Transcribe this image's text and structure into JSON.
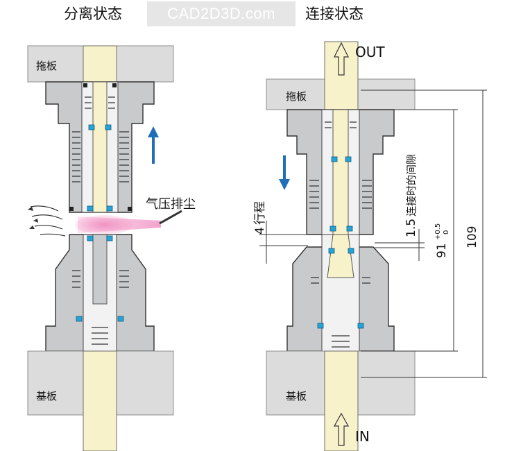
{
  "left_title": "分离状态",
  "right_title": "连接状态",
  "watermark": "CAD2D3D.com",
  "labels": {
    "drag_plate_left": "拖板",
    "drag_plate_right": "拖板",
    "base_plate_left": "基板",
    "base_plate_right": "基板",
    "air_blow": "气压排尘",
    "out": "OUT",
    "in": "IN",
    "stroke_value": "4",
    "stroke_text": "行程",
    "gap_value": "1.5",
    "gap_text": "连接时的间隙",
    "dim_91": "91",
    "tol_upper": "+0.5",
    "tol_lower": "0",
    "dim_109": "109"
  },
  "colors": {
    "body_gray": "#c9cacb",
    "plate_gray": "#dcdcdd",
    "fluid": "#f7f2c9",
    "seal_blue": "#27a3d6",
    "arrow_blue": "#1f6fb8",
    "air_pink": "#f08cc0"
  }
}
